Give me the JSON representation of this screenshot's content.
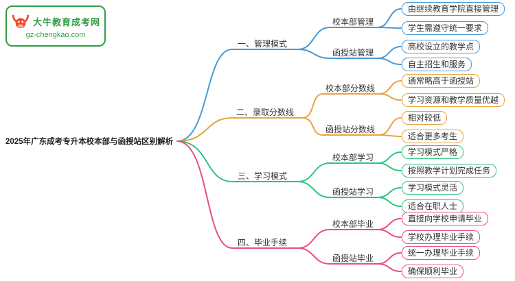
{
  "logo": {
    "site_name": "大牛教育成考网",
    "site_url": "gz-chengkao.com",
    "brand_color": "#2f9e44",
    "icon": "bull-icon",
    "icon_color": "#e8502e"
  },
  "title": "2025年广东成考专升本校本部与函授站区别解析",
  "mindmap": {
    "branches": [
      {
        "label": "一、管理模式",
        "color": "#4799d4",
        "subs": [
          {
            "label": "校本部管理",
            "leaves": [
              "由继续教育学院直接管理",
              "学生需遵守统一要求"
            ]
          },
          {
            "label": "函授站管理",
            "leaves": [
              "高校设立的教学点",
              "自主招生和服务"
            ]
          }
        ]
      },
      {
        "label": "二、录取分数线",
        "color": "#e9a33d",
        "subs": [
          {
            "label": "校本部分数线",
            "leaves": [
              "通常略高于函授站",
              "学习资源和教学质量优越"
            ]
          },
          {
            "label": "函授站分数线",
            "leaves": [
              "相对较低",
              "适合更多考生"
            ]
          }
        ]
      },
      {
        "label": "三、学习模式",
        "color": "#30c47f",
        "subs": [
          {
            "label": "校本部学习",
            "leaves": [
              "学习模式严格",
              "按照教学计划完成任务"
            ]
          },
          {
            "label": "函授站学习",
            "leaves": [
              "学习模式灵活",
              "适合在职人士"
            ]
          }
        ]
      },
      {
        "label": "四、毕业手续",
        "color": "#e84c8b",
        "subs": [
          {
            "label": "校本部毕业",
            "leaves": [
              "直接向学校申请毕业",
              "学校办理毕业手续"
            ]
          },
          {
            "label": "函授站毕业",
            "leaves": [
              "统一办理毕业手续",
              "确保顺利毕业"
            ]
          }
        ]
      }
    ]
  }
}
